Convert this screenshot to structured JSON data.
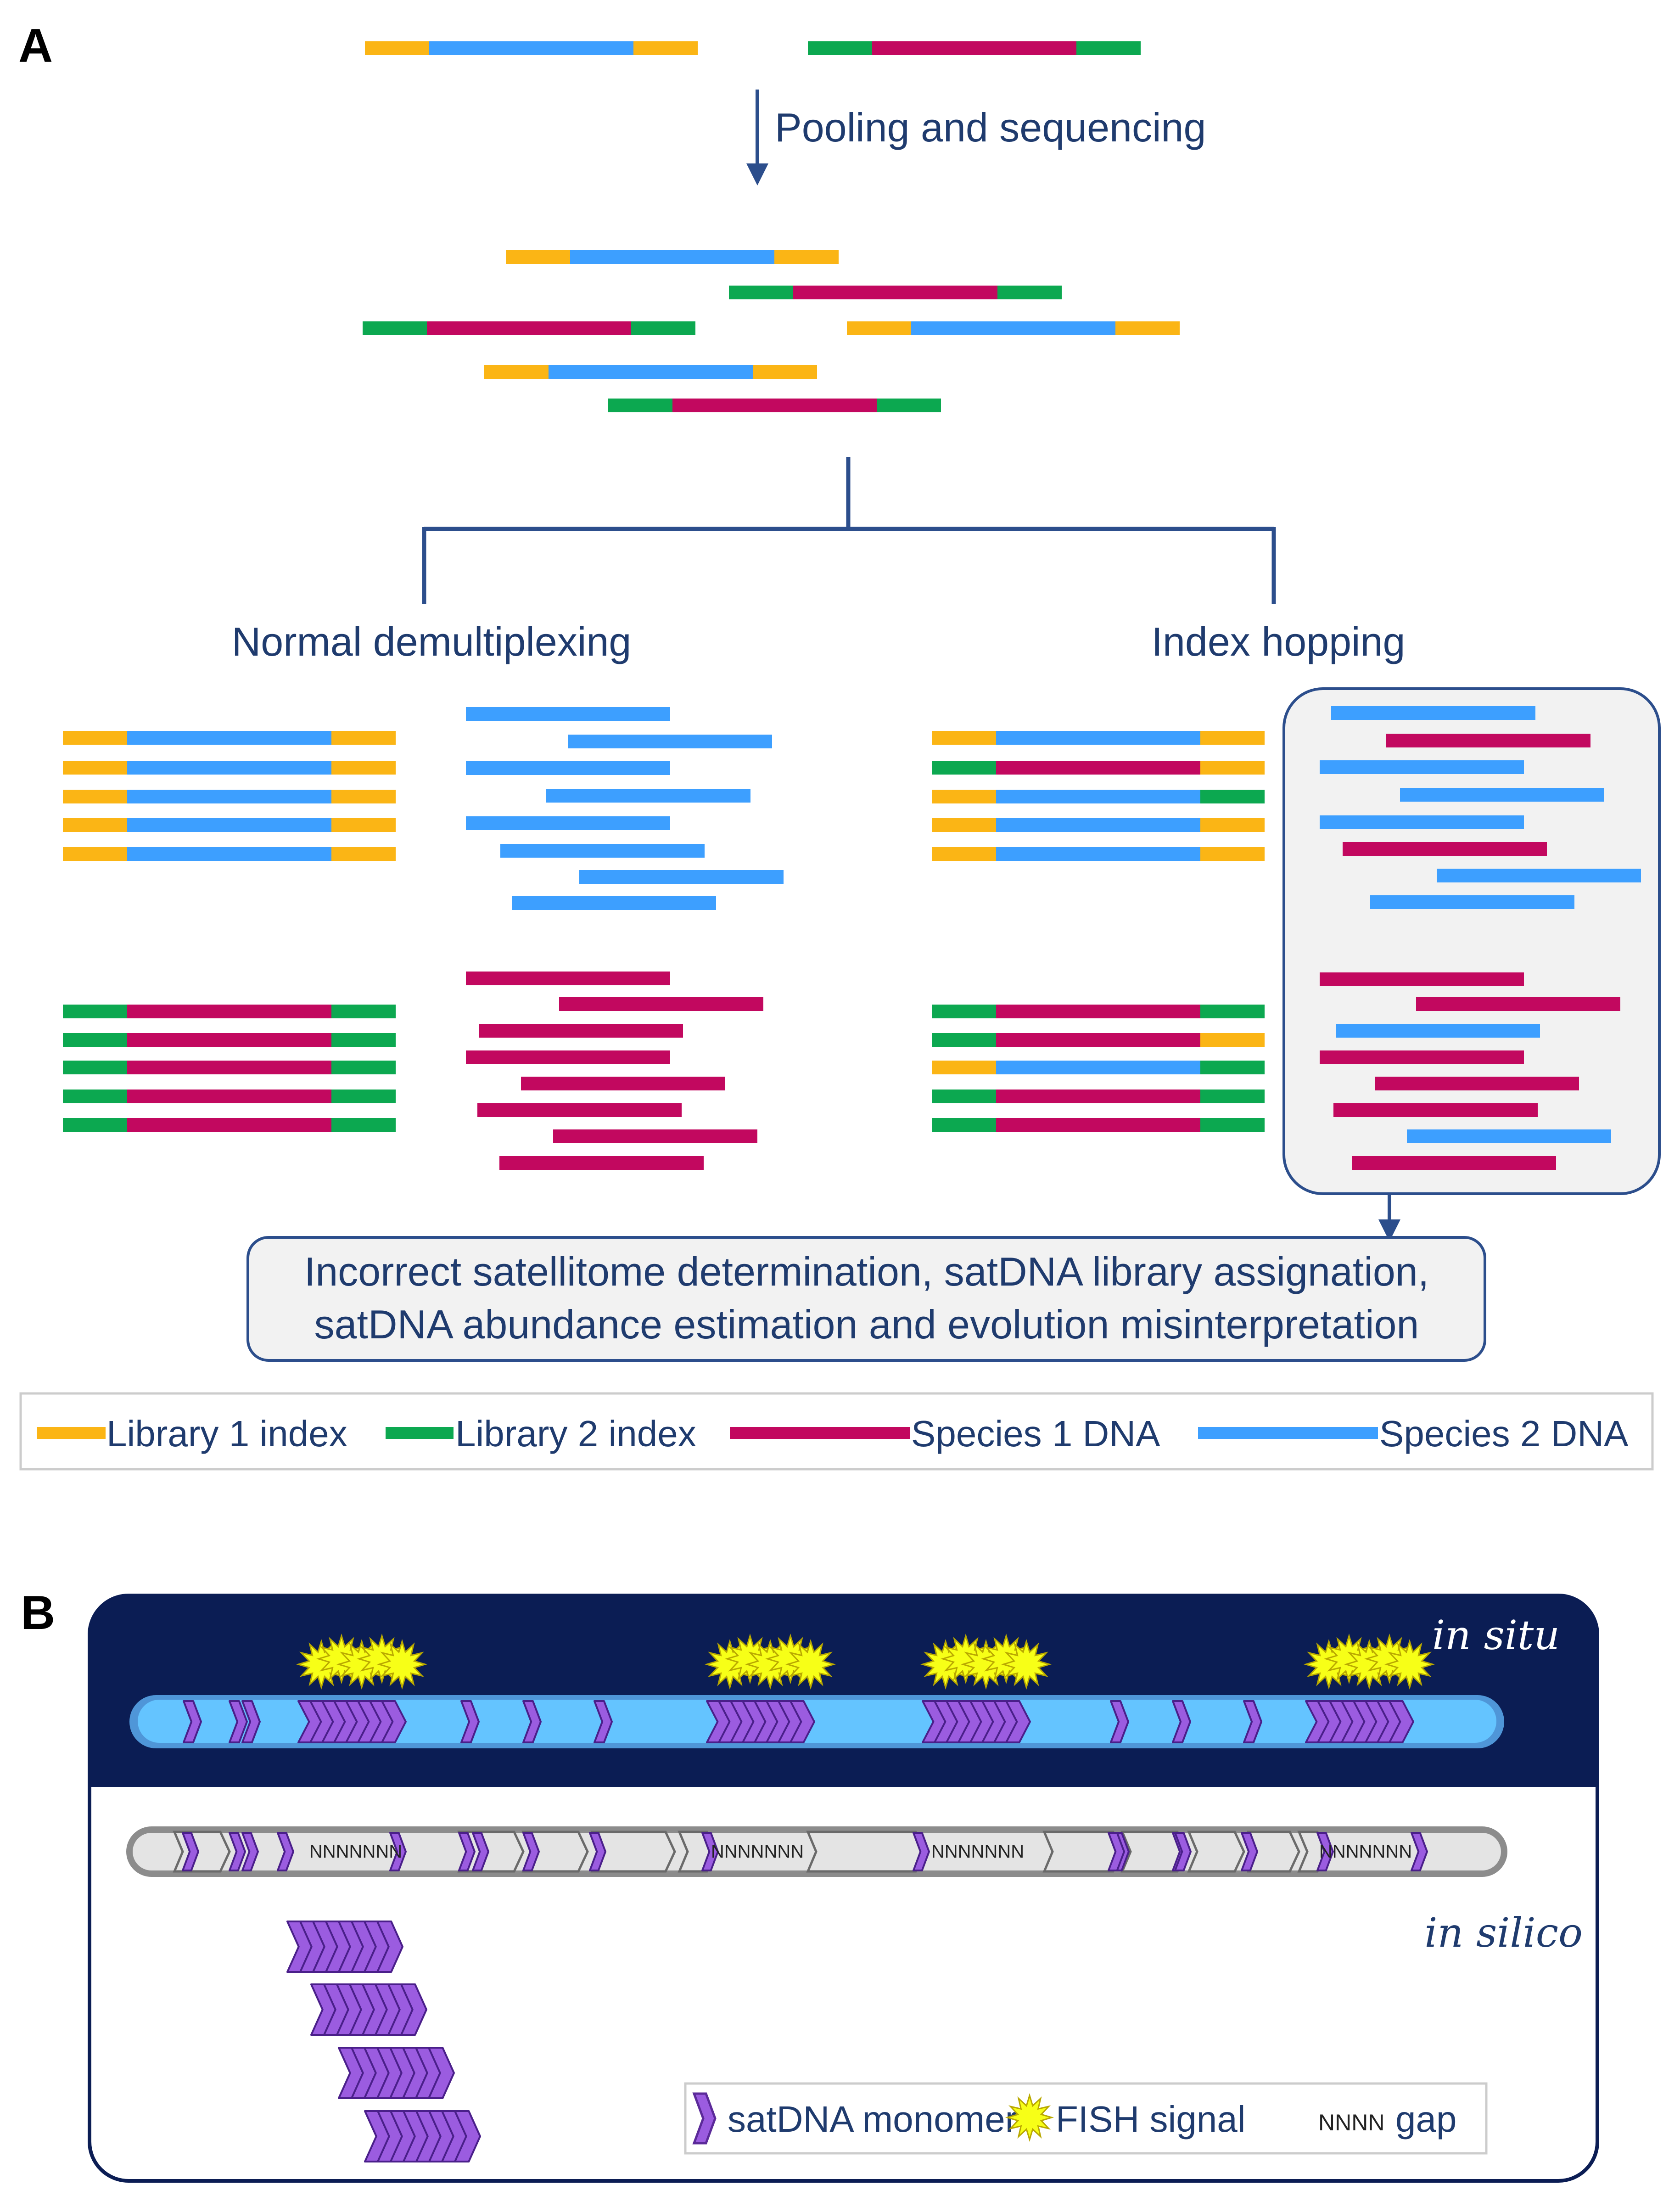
{
  "colors": {
    "lib1_index": "#fbb515",
    "lib2_index": "#0ca850",
    "species1_dna": "#c2085f",
    "species2_dna": "#3d9fff",
    "arrow_blue": "#2c4e8c",
    "text_blue": "#1f3b6e",
    "panel_b_dark": "#0b1d54",
    "chromosome_light": "#64c4ff",
    "monomer_purple": "#9b5ce0",
    "fish_yellow": "#f7ff17",
    "gray_fill": "#e4e4e4",
    "box_fill": "#f2f2f2"
  },
  "panelA": {
    "letter": "A",
    "step_label": "Pooling and sequencing",
    "normal_label": "Normal demultiplexing",
    "hopping_label": "Index hopping",
    "result_line1": "Incorrect satellitome determination, satDNA library assignation,",
    "result_line2": "satDNA abundance estimation and evolution misinterpretation",
    "legend": [
      {
        "label": "Library 1 index",
        "color": "#fbb515"
      },
      {
        "label": "Library 2 index",
        "color": "#0ca850"
      },
      {
        "label": "Species 1 DNA",
        "color": "#c2085f"
      },
      {
        "label": "Species 2 DNA",
        "color": "#3d9fff"
      }
    ]
  },
  "panelB": {
    "letter": "B",
    "in_situ_label": "in situ",
    "in_silico_label": "in silico",
    "gap_text": "NNNNNNN",
    "legend": {
      "monomer_label": "satDNA monomer",
      "fish_label": "FISH signal",
      "gap_symbol": "NNNN",
      "gap_label": "gap"
    }
  }
}
